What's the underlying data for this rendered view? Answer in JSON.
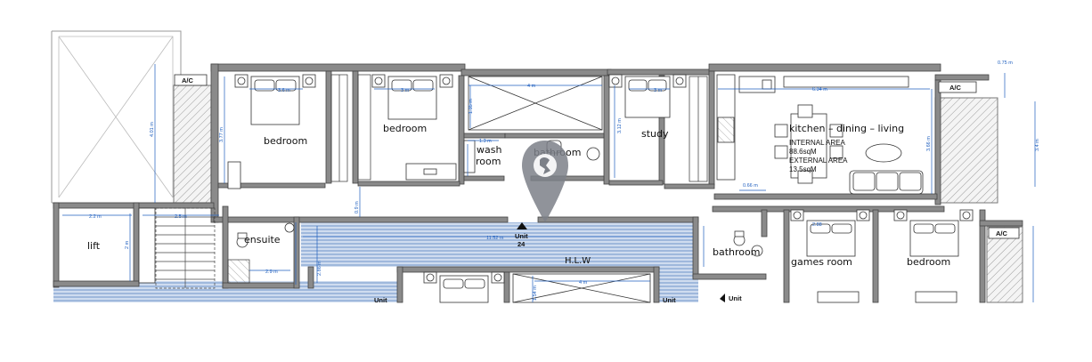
{
  "rooms": {
    "bedroom_left": "bedroom",
    "bedroom_mid": "bedroom",
    "wash_room_1": "wash",
    "wash_room_2": "room",
    "bathroom_top": "bathroom",
    "study": "study",
    "kitchen": "kitchen – dining – living",
    "lift": "lift",
    "ensuite": "ensuite",
    "bathroom_lower": "bathroom",
    "games_room": "games room",
    "bedroom_lower": "bedroom"
  },
  "area": {
    "internal": "INTERNAL AREA",
    "internal_value": "88.6sqM",
    "external": "EXTERNAL AREA",
    "external_value": "13.5sqM"
  },
  "ac": {
    "left": "A/C",
    "right": "A/C",
    "lower_right": "A/C"
  },
  "dims": {
    "d_401": "4.01 m",
    "d_377": "3.77 m",
    "d_36": "3.6 m",
    "d_3m": "3 m",
    "d_4m": "4 m",
    "d_135": "1.35 m",
    "d_13": "1.3 m",
    "d_312": "3.12 m",
    "d_3m_study": "3 m",
    "d_634": "6.34 m",
    "d_075": "0.75 m",
    "d_366": "3.66 m",
    "d_34": "3.4 m",
    "d_066": "0.66 m",
    "d_22": "2.2 m",
    "d_2m": "2 m",
    "d_25": "2.5 m",
    "d_1152": "11.52 m",
    "d_286": "2.86 m",
    "d_154": "1.54 m",
    "d_4m_low": "4 m",
    "d_29": "2.9 m",
    "d_288": "2.88",
    "d_09": "0.9 m"
  },
  "corridor": {
    "hlw": "H.L.W",
    "unit_label": "Unit",
    "unit_no": "24"
  },
  "units_lower": [
    "Unit",
    "Unit",
    "Unit"
  ],
  "marker": {
    "icon": "location-pin-icon",
    "color": "#7c8088"
  },
  "colors": {
    "wall": "#8a8a8a",
    "dimension": "#1f5fbf",
    "corridor_stripe": "#6f95c8"
  }
}
